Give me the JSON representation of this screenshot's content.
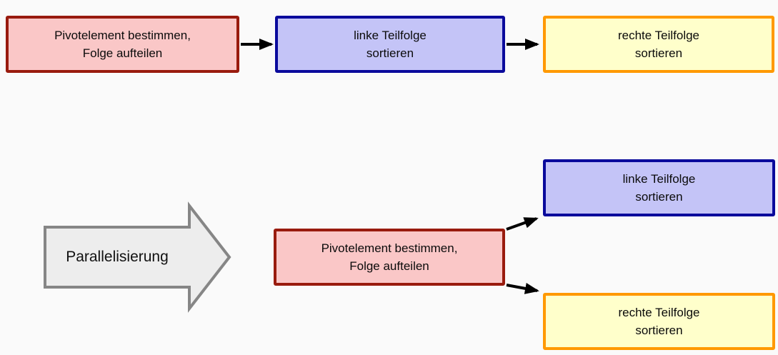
{
  "sequential": {
    "pivot_box": {
      "label": "Pivotelement bestimmen,\nFolge aufteilen"
    },
    "left_box": {
      "label": "linke Teilfolge\nsortieren"
    },
    "right_box": {
      "label": "rechte Teilfolge\nsortieren"
    }
  },
  "parallel": {
    "transform_label": "Parallelisierung",
    "pivot_box": {
      "label": "Pivotelement bestimmen,\nFolge aufteilen"
    },
    "left_box": {
      "label": "linke Teilfolge\nsortieren"
    },
    "right_box": {
      "label": "rechte Teilfolge\nsortieren"
    }
  },
  "colors": {
    "background": "#FAFAFA",
    "pivot-fill": "#FAC7C7",
    "pivot-border": "#991B0E",
    "left-fill": "#C4C4F7",
    "left-border": "#0A0A9C",
    "right-fill": "#FFFFCB",
    "right-border": "#FF9900",
    "transform-fill": "#EDEDED",
    "transform-border": "#868686",
    "connector": "#000000"
  }
}
